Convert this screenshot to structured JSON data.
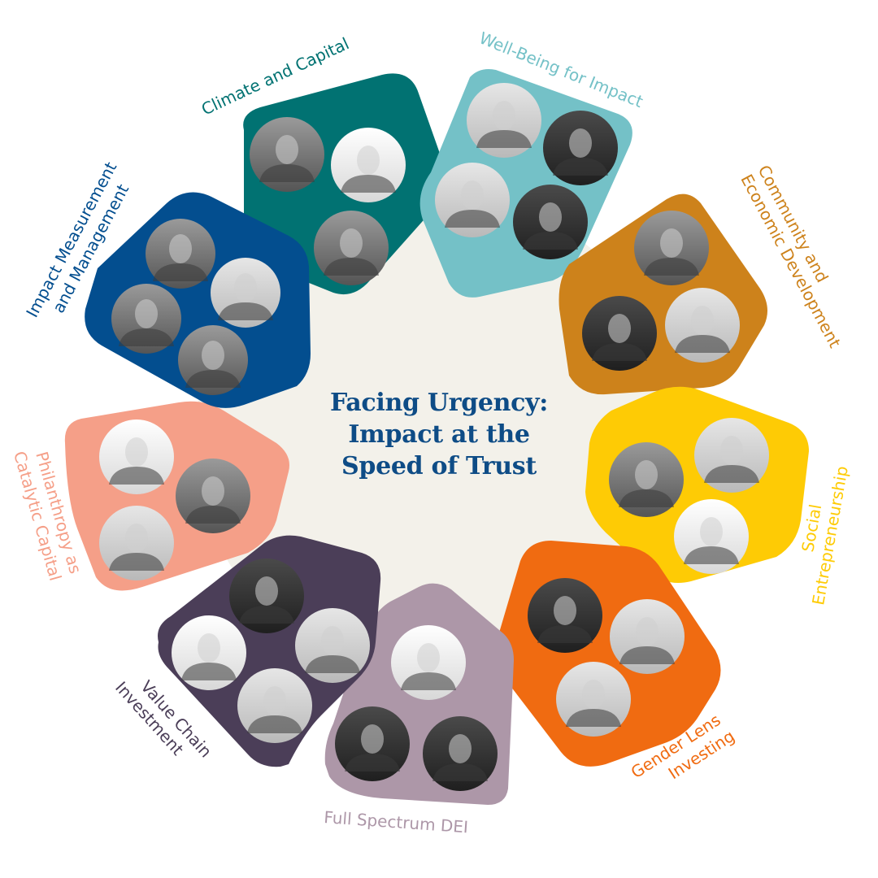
{
  "title": {
    "lines": [
      "Facing Urgency:",
      "Impact at the",
      "Speed of Trust"
    ],
    "color": "#0e4c86"
  },
  "colors": {
    "background": "#ffffff",
    "center": "#f3f1ea"
  },
  "tracks": [
    {
      "id": "climate",
      "name": "Climate and Capital",
      "label_lines": [
        "Climate and Capital"
      ],
      "color": "#017272",
      "speakers": 3
    },
    {
      "id": "wellbeing",
      "name": "Well-Being for Impact",
      "label_lines": [
        "Well-Being for Impact"
      ],
      "color": "#74c1c7",
      "speakers": 4
    },
    {
      "id": "community",
      "name": "Community and Economic Development",
      "label_lines": [
        "Community and",
        "Economic Development"
      ],
      "color": "#cd821b",
      "speakers": 3
    },
    {
      "id": "social",
      "name": "Social Entrepreneurship",
      "label_lines": [
        "Social",
        "Entrepreneurship"
      ],
      "color": "#fecb05",
      "speakers": 3
    },
    {
      "id": "gender",
      "name": "Gender Lens Investing",
      "label_lines": [
        "Gender Lens",
        "Investing"
      ],
      "color": "#f06b11",
      "speakers": 3
    },
    {
      "id": "dei",
      "name": "Full Spectrum DEI",
      "label_lines": [
        "Full Spectrum DEI"
      ],
      "color": "#ad97a8",
      "speakers": 3
    },
    {
      "id": "valuechain",
      "name": "Value Chain Investment",
      "label_lines": [
        "Value Chain",
        "Investment"
      ],
      "color": "#4b3e58",
      "speakers": 4
    },
    {
      "id": "philanthropy",
      "name": "Philanthropy as Catalytic Capital",
      "label_lines": [
        "Philanthropy as",
        "Catalytic Capital"
      ],
      "color": "#f59f88",
      "speakers": 3
    },
    {
      "id": "imm",
      "name": "Impact Measurement and Management",
      "label_lines": [
        "Impact Measurement",
        "and Management"
      ],
      "color": "#034e8f",
      "speakers": 4
    }
  ]
}
